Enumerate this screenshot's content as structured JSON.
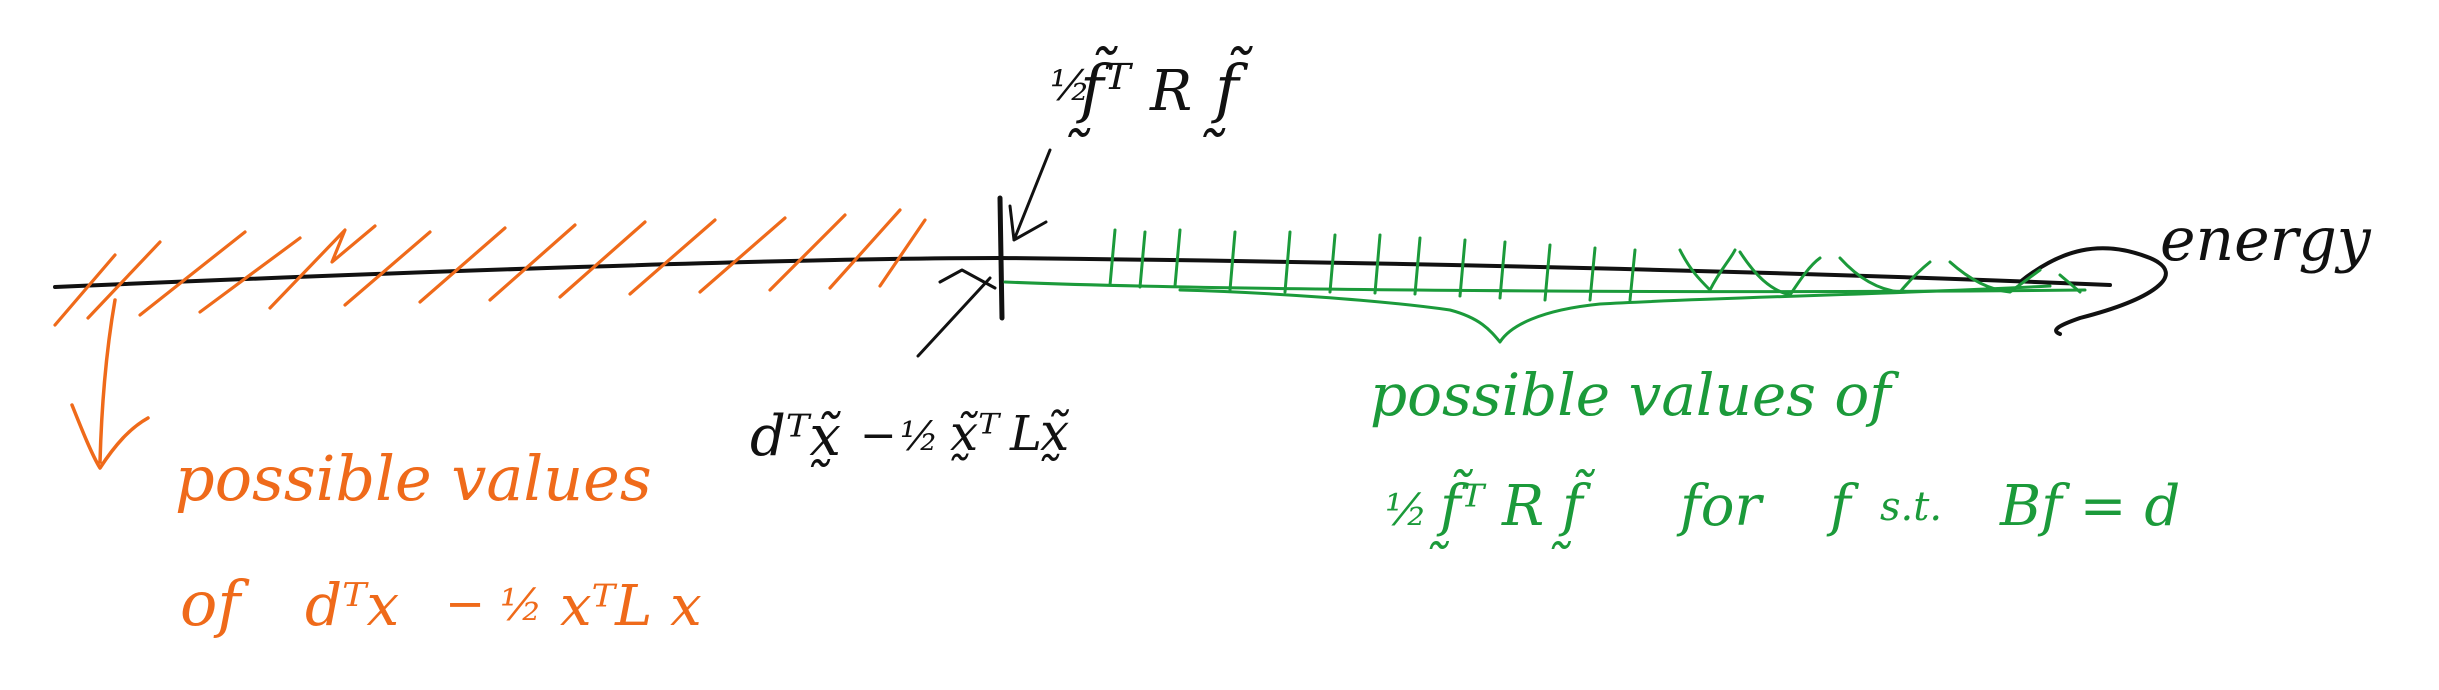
{
  "colors": {
    "black": "#111111",
    "orange": "#ef6a1a",
    "green": "#1b9a3a"
  },
  "labels": {
    "axis": "energy",
    "top_formula": {
      "a": "½",
      "b": "f̰̃ᵀ",
      "c": "R",
      "d": "f̰̃"
    },
    "bottom_formula": {
      "a": "dᵀx̰̃",
      "b": "−",
      "c": "½",
      "d": "x̰̃ᵀ",
      "e": "L",
      "f": "x̰̃"
    },
    "orange_text": {
      "line1": "possible values",
      "line2a": "of",
      "line2b": "dᵀx",
      "line2c": "−",
      "line2d": "½",
      "line2e": "xᵀL x"
    },
    "green_text": {
      "line1": "possible values of",
      "line2a": "½",
      "line2b": "f̰̃ᵀ R f̰̃",
      "line2c": "for",
      "line2d": "f",
      "line2e": "s.t.",
      "line2f": "Bf = d"
    }
  }
}
